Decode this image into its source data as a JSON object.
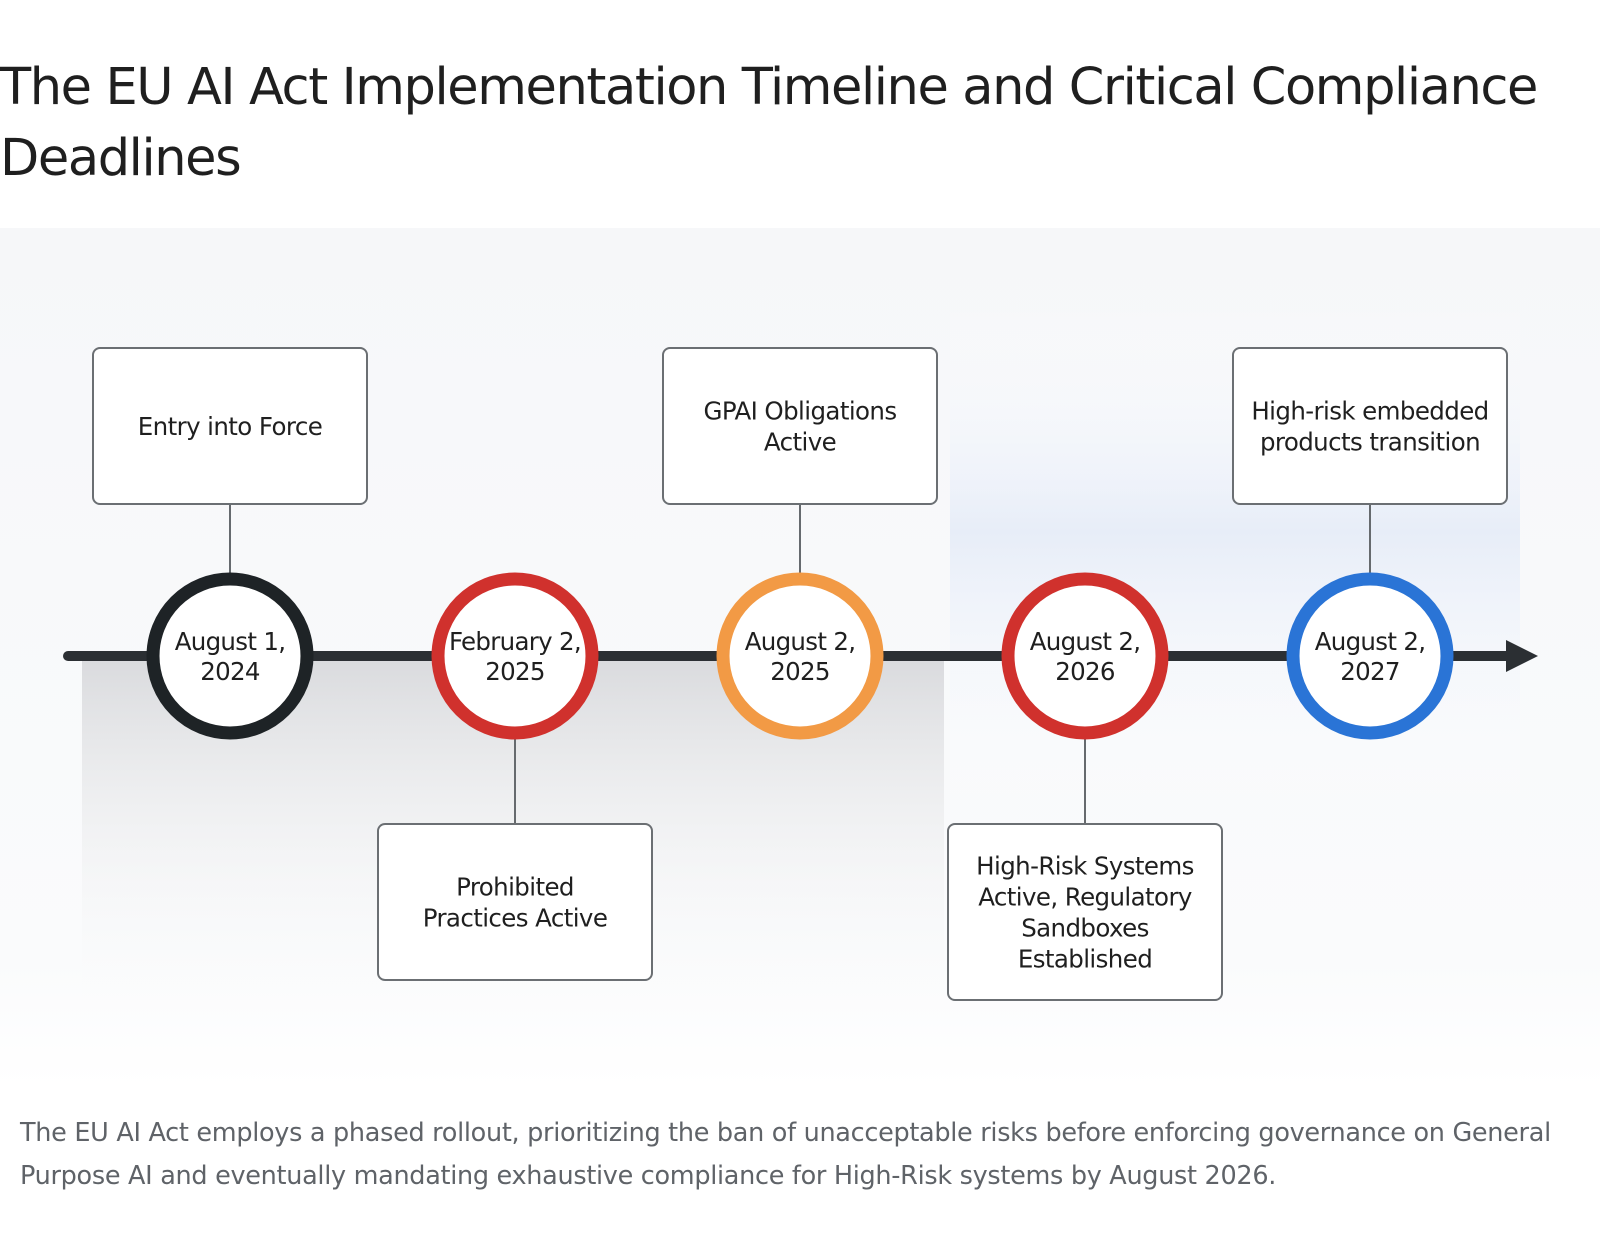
{
  "title": "The EU AI Act Implementation Timeline and Critical Compliance Deadlines",
  "caption": "The EU AI Act employs a phased rollout, prioritizing the ban of unacceptable risks before enforcing governance on General Purpose AI and eventually mandating exhaustive compliance for High-Risk systems by August 2026.",
  "milestones": [
    {
      "date_lines": [
        "August 1,",
        "2024"
      ],
      "event_lines": [
        "Entry into Force"
      ],
      "event_side": "above",
      "color": "#1e2326"
    },
    {
      "date_lines": [
        "February 2,",
        "2025"
      ],
      "event_lines": [
        "Prohibited",
        "Practices Active"
      ],
      "event_side": "below",
      "color": "#d0312d"
    },
    {
      "date_lines": [
        "August 2,",
        "2025"
      ],
      "event_lines": [
        "GPAI Obligations",
        "Active"
      ],
      "event_side": "above",
      "color": "#f29a45"
    },
    {
      "date_lines": [
        "August 2,",
        "2026"
      ],
      "event_lines": [
        "High-Risk Systems",
        "Active, Regulatory",
        "Sandboxes",
        "Established"
      ],
      "event_side": "below",
      "color": "#d0312d"
    },
    {
      "date_lines": [
        "August 2,",
        "2027"
      ],
      "event_lines": [
        "High-risk embedded",
        "products transition"
      ],
      "event_side": "above",
      "color": "#2a74d6"
    }
  ],
  "colors": {
    "timeline_axis": "#2b2f33",
    "connector": "#666a6e",
    "box_border": "#6b6f73",
    "text": "#1f1f1f",
    "caption_text": "#5f6368",
    "early_phase_shade": "#d9dadd",
    "later_phase_shade": "#e7edf8"
  }
}
